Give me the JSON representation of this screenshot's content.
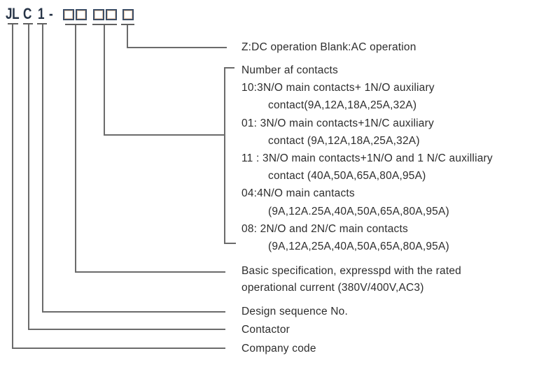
{
  "title_code": {
    "parts": [
      "JL",
      "C",
      "1",
      "-"
    ]
  },
  "annotations": {
    "z_operation": "Z:DC operation Blank:AC operation",
    "contacts": {
      "header": "Number af contacts",
      "lines": [
        {
          "text": "10:3N/O main contacts+ 1N/O auxiliary",
          "indent": false
        },
        {
          "text": "contact(9A,12A,18A,25A,32A)",
          "indent": true
        },
        {
          "text": "01: 3N/O main contacts+1N/C auxiliary",
          "indent": false
        },
        {
          "text": "contact (9A,12A,18A,25A,32A)",
          "indent": true
        },
        {
          "text": "11 : 3N/O main contacts+1N/O and 1 N/C auxilliary",
          "indent": false
        },
        {
          "text": "contact (40A,50A,65A,80A,95A)",
          "indent": true
        },
        {
          "text": "04:4N/O main cantacts",
          "indent": false
        },
        {
          "text": "(9A,12A.25A,40A,50A,65A,80A,95A)",
          "indent": true
        },
        {
          "text": "08: 2N/O and 2N/C main contacts",
          "indent": false
        },
        {
          "text": "(9A,12A,25A,40A,50A,65A,80A,95A)",
          "indent": true
        }
      ]
    },
    "basic_spec_line1": "Basic specification, expresspd with the rated",
    "basic_spec_line2": "operational current (380V/400V,AC3)",
    "design_sequence": "Design sequence No.",
    "contactor": "Contactor",
    "company_code": "Company code"
  },
  "colors": {
    "line": "#6b6b6b",
    "text": "#2d2d2d",
    "box_border": "#3d4e66",
    "background": "#ffffff"
  }
}
